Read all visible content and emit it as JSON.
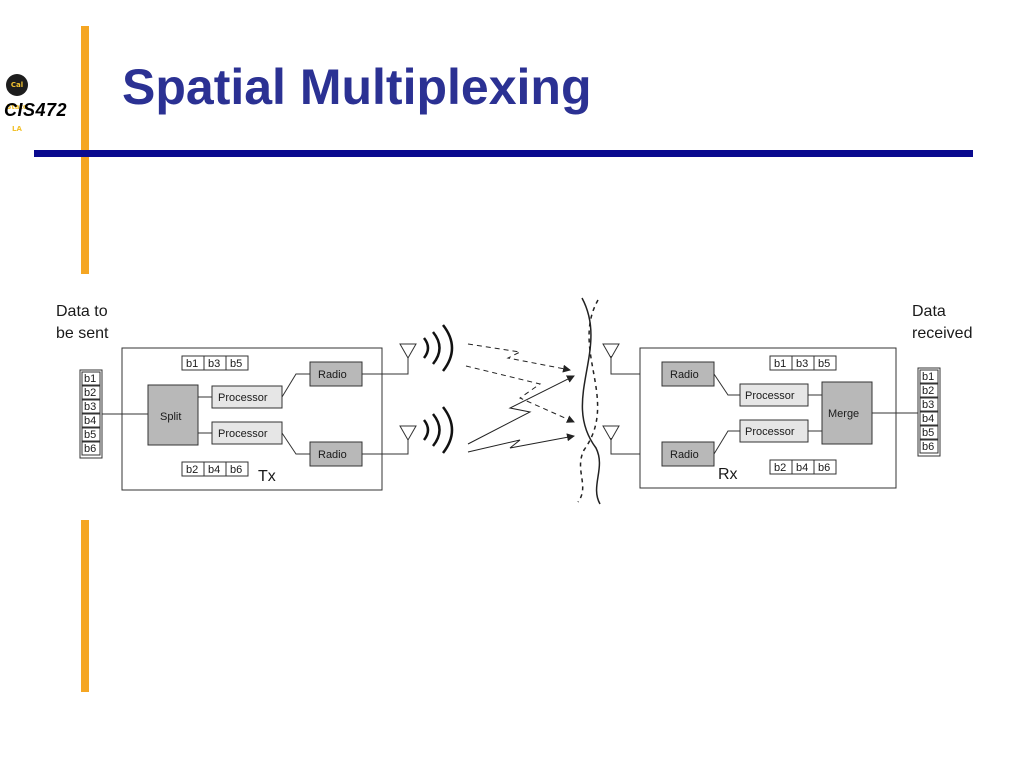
{
  "slide": {
    "title": "Spatial Multiplexing",
    "logo_text": "CIS472",
    "logo_badge": "Cal State LA"
  },
  "diagram": {
    "tx": {
      "input_label_1": "Data to",
      "input_label_2": "be sent",
      "label": "Tx",
      "split_label": "Split",
      "processor_label": "Processor",
      "radio_label": "Radio",
      "stream_top": [
        "b1",
        "b3",
        "b5"
      ],
      "stream_bottom": [
        "b2",
        "b4",
        "b6"
      ]
    },
    "rx": {
      "output_label_1": "Data",
      "output_label_2": "received",
      "label": "Rx",
      "merge_label": "Merge",
      "processor_label": "Processor",
      "radio_label": "Radio",
      "stream_top": [
        "b1",
        "b3",
        "b5"
      ],
      "stream_bottom": [
        "b2",
        "b4",
        "b6"
      ]
    },
    "data_blocks": [
      "b1",
      "b2",
      "b3",
      "b4",
      "b5",
      "b6"
    ]
  }
}
